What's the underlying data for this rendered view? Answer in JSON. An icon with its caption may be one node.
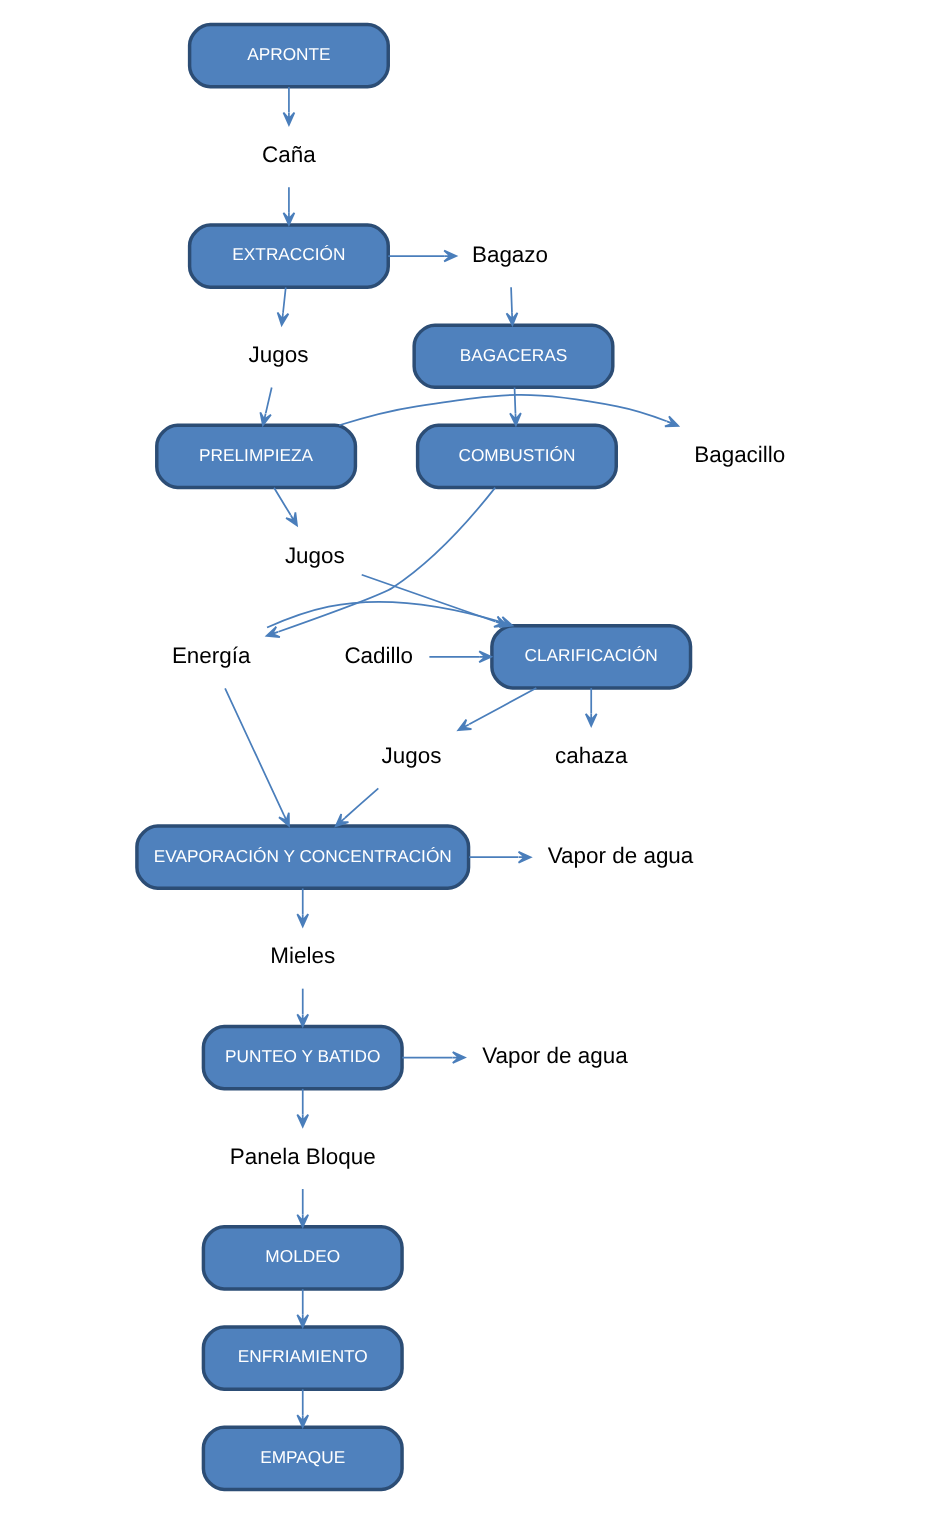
{
  "diagram": {
    "nodes": [
      {
        "text": [
          "APRONTE"
        ]
      },
      {
        "text": [
          "Caña"
        ]
      },
      {
        "text": [
          "EXTRACCIÓN"
        ]
      },
      {
        "text": [
          "Bagazo"
        ]
      },
      {
        "text": [
          "Jugos"
        ]
      },
      {
        "text": [
          "BAGACERAS"
        ]
      },
      {
        "text": [
          "Bagacillo"
        ]
      },
      {
        "text": [
          "PRELIMPIEZA"
        ]
      },
      {
        "text": [
          "COMBUSTIÓN"
        ]
      },
      {
        "text": [
          "Jugos"
        ]
      },
      {
        "text": [
          "Cadillo"
        ]
      },
      {
        "text": [
          "CLARIFICACIÓN"
        ]
      },
      {
        "text": [
          "Energía"
        ]
      },
      {
        "text": [
          "cahaza"
        ]
      },
      {
        "text": [
          "Jugos"
        ]
      },
      {
        "text": [
          "Vapor de agua"
        ]
      },
      {
        "text": [
          "EVAPORACIÓN Y CONCENTRACIÓN"
        ]
      },
      {
        "text": [
          "Mieles"
        ]
      },
      {
        "text": [
          "Vapor de agua"
        ]
      },
      {
        "text": [
          "PUNTEO Y BATIDO"
        ]
      },
      {
        "text": [
          "Panela Bloque"
        ]
      },
      {
        "text": [
          "MOLDEO"
        ]
      },
      {
        "text": [
          "ENFRIAMIENTO"
        ]
      },
      {
        "text": [
          "EMPAQUE"
        ]
      }
    ],
    "edges": [
      {
        "from": 0,
        "to": 1,
        "arrow": "to"
      },
      {
        "from": 1,
        "to": 2,
        "arrow": "to"
      },
      {
        "from": 2,
        "to": 3,
        "arrow": "to"
      },
      {
        "from": 2,
        "to": 4,
        "arrow": "to"
      },
      {
        "from": 3,
        "to": 5,
        "arrow": "to"
      },
      {
        "from": 5,
        "to": 8,
        "arrow": "to"
      },
      {
        "from": 8,
        "to": 12,
        "arrow": "to"
      },
      {
        "from": 4,
        "to": 7,
        "arrow": "to"
      },
      {
        "from": 7,
        "to": 6,
        "arrow": "to"
      },
      {
        "from": 7,
        "to": 9,
        "arrow": "to"
      },
      {
        "from": 9,
        "to": 11,
        "arrow": "to"
      },
      {
        "from": 10,
        "to": 11,
        "arrow": "to"
      },
      {
        "from": 11,
        "to": 13,
        "arrow": "to"
      },
      {
        "from": 12,
        "to": 11,
        "arrow": "to"
      },
      {
        "from": 12,
        "to": 16,
        "arrow": "to"
      },
      {
        "from": 11,
        "to": 14,
        "arrow": "to"
      },
      {
        "from": 14,
        "to": 16,
        "arrow": "to"
      },
      {
        "from": 16,
        "to": 15,
        "arrow": "to"
      },
      {
        "from": 16,
        "to": 17,
        "arrow": "to"
      },
      {
        "from": 17,
        "to": 19,
        "arrow": "to"
      },
      {
        "from": 19,
        "to": 18,
        "arrow": "to"
      },
      {
        "from": 19,
        "to": 20,
        "arrow": "to"
      },
      {
        "from": 20,
        "to": 21,
        "arrow": "to"
      },
      {
        "from": 21,
        "to": 22,
        "arrow": "to"
      },
      {
        "from": 22,
        "to": 23,
        "arrow": "to"
      }
    ]
  }
}
